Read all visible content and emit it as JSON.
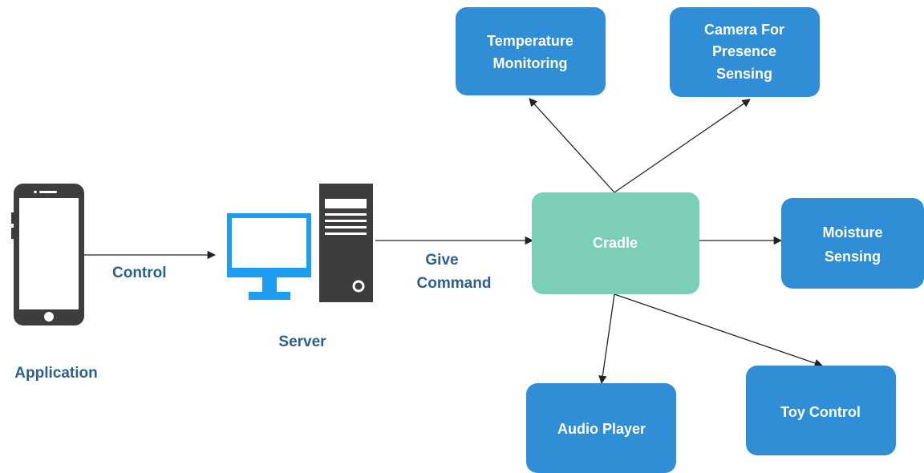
{
  "nodes": {
    "temperature": "Temperature Monitoring",
    "temperature_lines": [
      "Temperature",
      "Monitoring"
    ],
    "camera": "Camera For Presence Sensing",
    "camera_lines": [
      "Camera For",
      "Presence",
      "Sensing"
    ],
    "cradle": "Cradle",
    "moisture": "Moisture Sensing",
    "moisture_lines": [
      "Moisture",
      "Sensing"
    ],
    "audio": "Audio Player",
    "toy": "Toy Control"
  },
  "labels": {
    "control": "Control",
    "give_command": "Give Command",
    "give_command_lines": [
      "Give",
      "Command"
    ],
    "server": "Server",
    "application": "Application"
  },
  "colors": {
    "box_blue": "#2f8ed6",
    "cradle_green": "#7ccfb6",
    "label_blue": "#2c5f8a",
    "monitor_blue": "#1e9cf0",
    "device_dark": "#3d3d3d",
    "arrow": "#222222"
  },
  "icons": {
    "phone": "smartphone-icon",
    "monitor": "desktop-monitor-icon",
    "tower": "server-tower-icon"
  }
}
